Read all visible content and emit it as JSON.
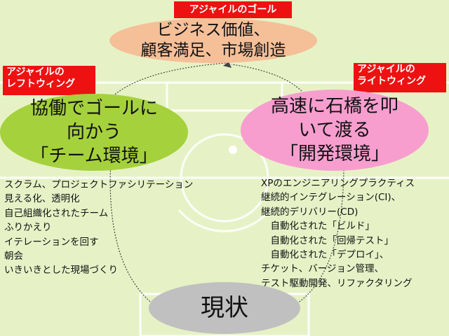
{
  "colors": {
    "field": "#e6f2c6",
    "field_lines": "#ffffff",
    "goal": "#f5bf98",
    "left_wing": "#a5d13d",
    "right_wing": "#f79ecf",
    "status": "#c0c0c0",
    "tag": "#ee1111"
  },
  "tags": {
    "goal": "アジャイルのゴール",
    "left": [
      "アジャイルの",
      "レフトウィング"
    ],
    "right": [
      "アジャイルの",
      "ライトウィング"
    ]
  },
  "goal": {
    "lines": [
      "ビジネス価値、",
      "顧客満足、市場創造"
    ]
  },
  "left_wing": {
    "lines": [
      "協働でゴールに",
      "向かう",
      "「チーム環境」"
    ]
  },
  "right_wing": {
    "lines": [
      "高速に石橋を叩",
      "いて渡る",
      "「開発環境」"
    ]
  },
  "status": {
    "label": "現状"
  },
  "left_items": [
    "スクラム、プロジェクトファシリテーション",
    "見える化、透明化",
    "自己組織化されたチーム",
    "ふりかえり",
    "イテレーションを回す",
    "朝会",
    "いきいきとした現場づくり"
  ],
  "right_items": [
    "XPのエンジニアリングプラクティス",
    "継続的インテグレーション(CI)、",
    "継続的デリバリー(CD)",
    "　自動化された「ビルド」",
    "　自動化された「回帰テスト」",
    "　自動化された「デプロイ」、",
    "チケット、バージョン管理、",
    "テスト駆動開発、リファクタリング"
  ]
}
